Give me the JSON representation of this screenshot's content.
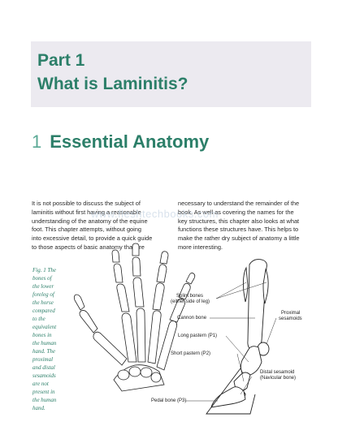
{
  "part": {
    "line1": "Part 1",
    "line2": "What is Laminitis?"
  },
  "chapter": {
    "number": "1",
    "title": "Essential Anatomy"
  },
  "body": {
    "left_lines": [
      "It is not possible to discuss the subject of",
      "laminitis without first having a reasonable",
      "understanding of the anatomy of the equine",
      "foot. This chapter attempts, without going",
      "into excessive detail, to provide a quick guide",
      "to those aspects of basic anatomy that are"
    ],
    "right_lines": [
      "necessary to understand the remainder of the",
      "book. As well as covering the names for the",
      "key structures, this chapter also looks at what",
      "functions these structures have. This helps to",
      "make the rather dry subject of anatomy a little",
      "more interesting."
    ]
  },
  "watermark": "www.fleshtechbooks.com",
  "caption": {
    "lines": [
      "Fig. 1   The",
      "bones of",
      "the lower",
      "foreleg of",
      "the horse",
      "compared",
      "to the",
      "equivalent",
      "bones in",
      "the human",
      "hand. The",
      "proximal",
      "and distal",
      "sesamoids",
      "are not",
      "present in",
      "the human",
      "hand."
    ]
  },
  "figure_labels": {
    "splint_1": "Splint bones",
    "splint_2": "(either side of leg)",
    "cannon": "Cannon bone",
    "long_pastern": "Long pastern (P1)",
    "short_pastern": "Short pastern (P2)",
    "pedal": "Pedal bone (P3)",
    "proximal_1": "Proximal",
    "proximal_2": "sesamoids",
    "distal_1": "Distal sesamoid",
    "distal_2": "(Navicular bone)"
  },
  "colors": {
    "accent": "#2c7f69",
    "part_box": "#eceaf0"
  }
}
